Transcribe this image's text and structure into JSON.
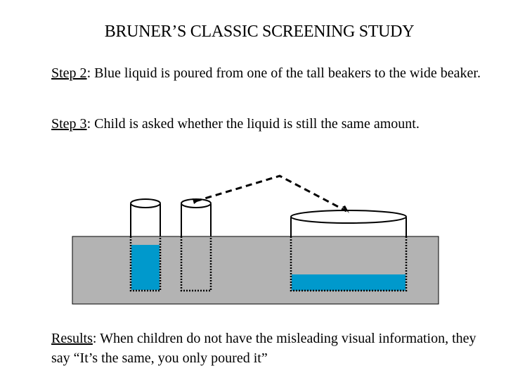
{
  "slide": {
    "title": "BRUNER’S CLASSIC SCREENING STUDY",
    "step2": {
      "label": "Step 2",
      "text": ":  Blue liquid is poured from one of the tall beakers to the wide beaker."
    },
    "step3": {
      "label": "Step 3",
      "text": ":  Child is asked whether the liquid is still the same amount."
    },
    "results": {
      "label": "Results",
      "text": ":  When children do not have the misleading visual information, they say “It’s the same, you only poured it”"
    }
  },
  "colors": {
    "liquid": "#0099cc",
    "screen": "#b3b3b3",
    "outline": "#000000"
  },
  "figure": {
    "tall_beaker_1": "filled with blue liquid",
    "tall_beaker_2": "empty",
    "wide_beaker": "filled with blue liquid"
  }
}
